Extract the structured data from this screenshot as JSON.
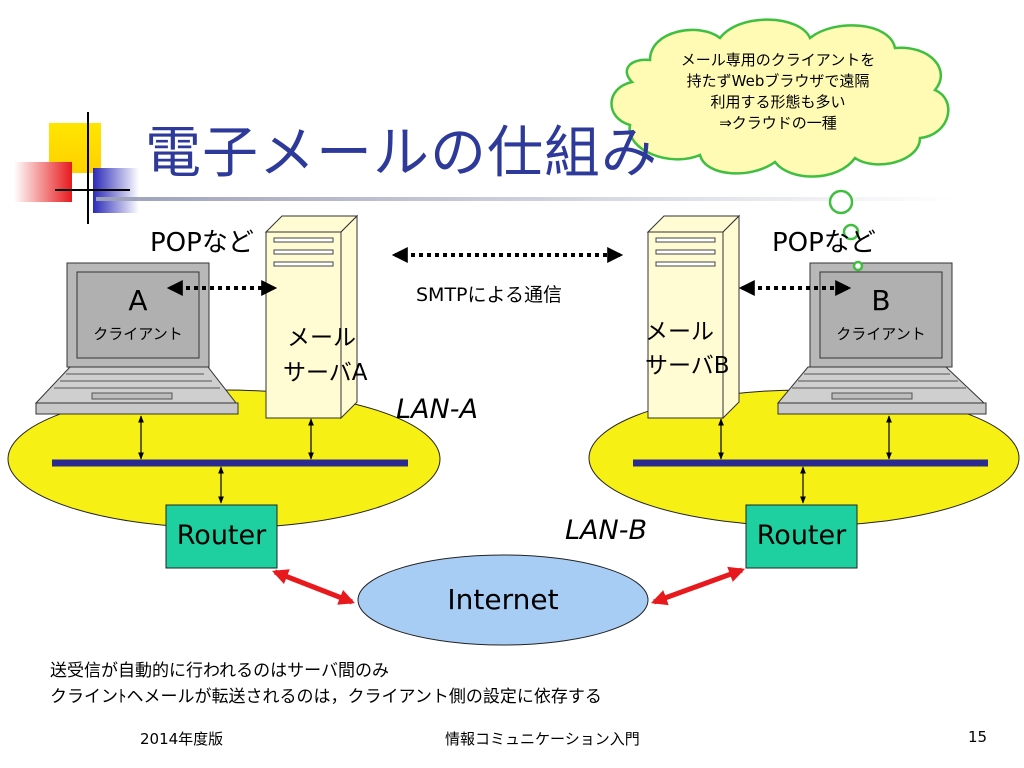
{
  "slide": {
    "title": "電子メールの仕組み",
    "thought_bubble": [
      "メール専用のクライアントを",
      "持たずWebブラウザで遠隔",
      "利用する形態も多い",
      "⇒クラウドの一種"
    ],
    "protocol_left": "POPなど",
    "protocol_right": "POPなど",
    "smtp_label": "SMTPによる通信",
    "client_a": {
      "letter": "A",
      "label": "クライアント"
    },
    "client_b": {
      "letter": "B",
      "label": "クライアント"
    },
    "server_a": {
      "line1": "メール",
      "line2": "サーバA"
    },
    "server_b": {
      "line1": "メール",
      "line2": "サーバB"
    },
    "lan_a": "LAN-A",
    "lan_b": "LAN-B",
    "router_left": "Router",
    "router_right": "Router",
    "internet": "Internet",
    "notes": [
      "送受信が自動的に行われるのはサーバ間のみ",
      "クラインﾄヘメールが転送されるのは，クライアント側の設定に依存する"
    ]
  },
  "footer": {
    "left": "2014年度版",
    "center": "情報コミュニケーション入門",
    "page": "15"
  },
  "colors": {
    "title": "#2e3a9a",
    "lan_fill": "#f7f014",
    "router_fill": "#1ed0a0",
    "internet_fill": "#a8cdf5",
    "server_fill": "#fffbd2",
    "bubble_fill": "#fffbb5",
    "bubble_stroke": "#3fbf3f",
    "bus": "#2b2a8f",
    "red_arrow": "#e8191c"
  }
}
